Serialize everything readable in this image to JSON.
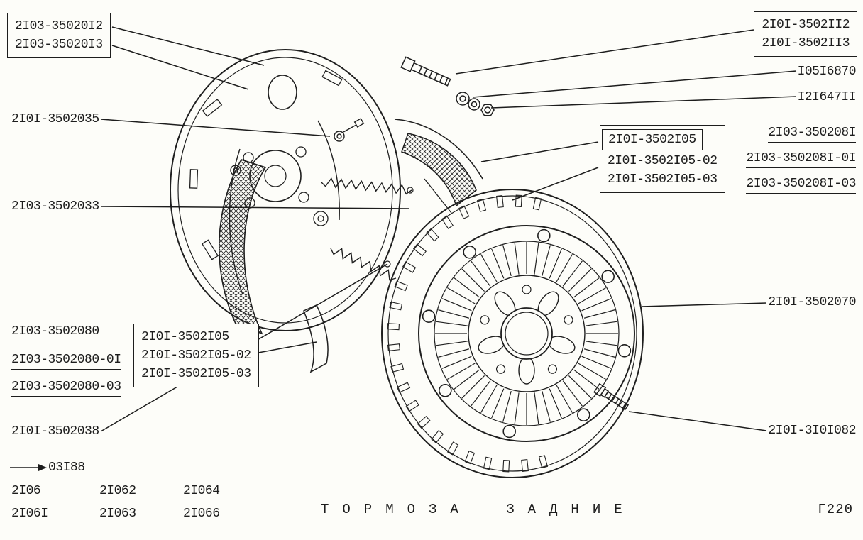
{
  "labels": {
    "top_left_box": [
      "2I03-35020I2",
      "2I03-35020I3"
    ],
    "pin": "2I0I-3502035",
    "shoe": "2I03-3502033",
    "left_underlined": [
      "2I03-3502080",
      "2I03-3502080-0I",
      "2I03-3502080-03"
    ],
    "left_box": [
      "2I0I-3502I05",
      "2I0I-3502I05-02",
      "2I0I-3502I05-03"
    ],
    "spring": "2I0I-3502038",
    "arrow_note": "03I88",
    "top_right_box": [
      "2I0I-3502II2",
      "2I0I-3502II3"
    ],
    "washer": "I05I6870",
    "nut": "I2I647II",
    "right_box": [
      "2I0I-3502I05",
      "2I0I-3502I05-02",
      "2I0I-3502I05-03"
    ],
    "right_underlined": [
      "2I03-350208I",
      "2I03-350208I-0I",
      "2I03-350208I-03"
    ],
    "drum": "2I0I-3502070",
    "stud": "2I0I-3I0I082"
  },
  "footer": {
    "models_row1": [
      "2I06",
      "2I062",
      "2I064"
    ],
    "models_row2": [
      "2I06I",
      "2I063",
      "2I066"
    ],
    "title": "ТОРМОЗА ЗАДНИЕ",
    "page_code": "Г220"
  }
}
